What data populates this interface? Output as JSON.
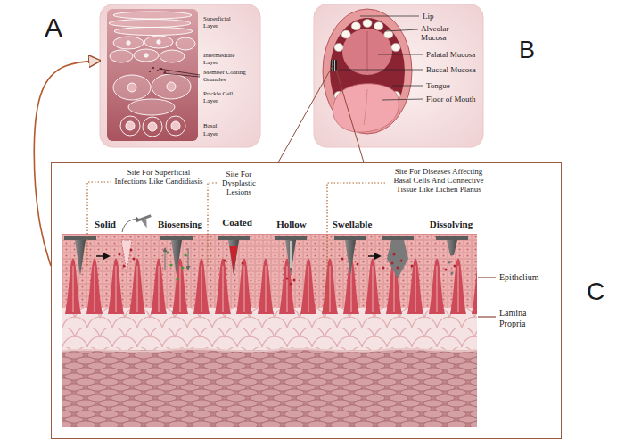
{
  "diagram": {
    "nodes": [
      {
        "text": [
          "A"
        ]
      },
      {
        "text": [
          "B"
        ]
      },
      {
        "text": [
          "C"
        ]
      }
    ],
    "edges": [
      {
        "from": 2,
        "to": 0,
        "arrow": "to"
      },
      {
        "from": 1,
        "to": 2,
        "arrow": "none"
      },
      {
        "from": 1,
        "to": 2,
        "arrow": "none"
      }
    ],
    "labels": [
      "Superficial Layer",
      "Intermediate Layer",
      "Member Coating Granules",
      "Prickle Cell Layer",
      "Basal Layer",
      "Lip",
      "Alveolar Mucosa",
      "Palatal Mucosa",
      "Buccal Mucosa",
      "Tongue",
      "Floor of Mouth",
      "Site For Superficial Infections Like Candidiasis",
      "Site For Dysplastic Lesions",
      "Site For Diseases Affecting Basal Cells And Connective Tissue Like Lichen Planus",
      "Solid",
      "Biosensing",
      "Coated",
      "Hollow",
      "Swellable",
      "Dissolving",
      "Epithelium",
      "Lamina Propria"
    ]
  }
}
